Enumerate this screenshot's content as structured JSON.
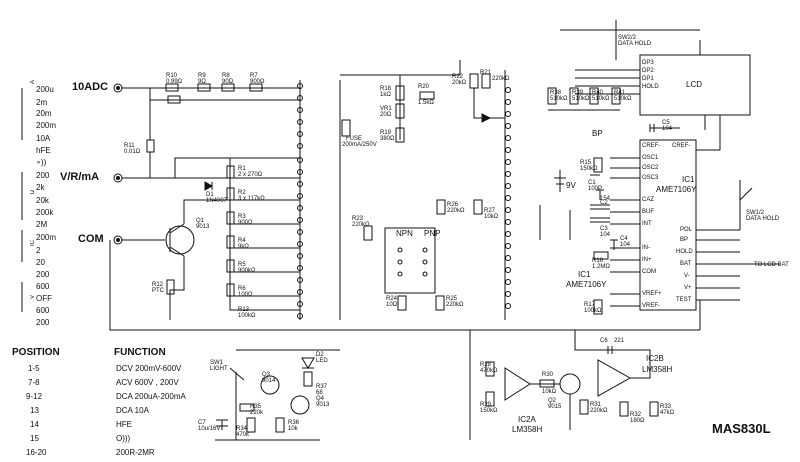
{
  "diagram": {
    "model": "MAS830L",
    "terminals": [
      "10ADC",
      "V/R/mA",
      "COM"
    ],
    "mode_scale": {
      "groups": [
        "A",
        "Ω",
        "IC",
        "V"
      ],
      "ranges": [
        "200u",
        "2m",
        "20m",
        "200m",
        "10A",
        "hFE",
        "∘))",
        "200",
        "2k",
        "20k",
        "200k",
        "2M",
        "200m",
        "2",
        "20",
        "200",
        "600",
        "OFF",
        "600",
        "200"
      ]
    },
    "chips": {
      "ic1_a": "IC1",
      "ic1_name": "AME7106Y",
      "ic1_pins_left": [
        "CREF-",
        "OSC1",
        "OSC2",
        "OSC3",
        "CAZ",
        "BUF",
        "INT",
        "IN-",
        "IN+",
        "COM",
        "VREF+",
        "VREF-"
      ],
      "ic1_pins_right": [
        "CREF-",
        "POL",
        "BP",
        "HOLD",
        "BAT",
        "V-",
        "V+",
        "TEST"
      ],
      "ic2a": "IC2A",
      "ic2a_name": "LM358H",
      "ic2b": "IC2B",
      "ic2b_name": "LM358H",
      "lcd": "LCD",
      "lcd_pins": [
        "DP3",
        "DP2",
        "DP1",
        "HOLD"
      ]
    },
    "switches": {
      "sw2": "SW2/2",
      "sw2_label": "DATA HOLD",
      "sw1_2": "SW1/2",
      "sw1_2_label": "DATA HOLD",
      "sw1": "SW1",
      "sw1_label": "LIGHT",
      "to_lcd_bat": "TO LCD BAT",
      "npn": "NPN",
      "pnp": "PNP",
      "fuse": "FUSE",
      "fuse_rating": "200mA/250V",
      "battery": "9V",
      "bp": "BP"
    },
    "components": [
      {
        "ref": "R10",
        "val": "0.99Ω"
      },
      {
        "ref": "R9",
        "val": "9Ω"
      },
      {
        "ref": "R8",
        "val": "90Ω"
      },
      {
        "ref": "R7",
        "val": "900Ω"
      },
      {
        "ref": "R11",
        "val": "0.01Ω"
      },
      {
        "ref": "R1",
        "val": "2 x 270Ω"
      },
      {
        "ref": "R2",
        "val": "3 x 117kΩ"
      },
      {
        "ref": "R3",
        "val": "900Ω"
      },
      {
        "ref": "R4",
        "val": "9kΩ"
      },
      {
        "ref": "R5",
        "val": "900kΩ"
      },
      {
        "ref": "R6",
        "val": "100Ω"
      },
      {
        "ref": "R13",
        "val": "100kΩ"
      },
      {
        "ref": "R12",
        "val": "PTC"
      },
      {
        "ref": "Q1",
        "val": "9013"
      },
      {
        "ref": "D1",
        "val": "1N4007"
      },
      {
        "ref": "R18",
        "val": "1kΩ"
      },
      {
        "ref": "VR1",
        "val": "20Ω"
      },
      {
        "ref": "R19",
        "val": "380Ω"
      },
      {
        "ref": "R20",
        "val": "1.5kΩ"
      },
      {
        "ref": "R22",
        "val": "20kΩ"
      },
      {
        "ref": "R21",
        "val": "220kΩ"
      },
      {
        "ref": "R23",
        "val": "220kΩ"
      },
      {
        "ref": "R24",
        "val": "10Ω"
      },
      {
        "ref": "R25",
        "val": "220kΩ"
      },
      {
        "ref": "R26",
        "val": "220kΩ"
      },
      {
        "ref": "R27",
        "val": "10kΩ"
      },
      {
        "ref": "R38",
        "val": "510kΩ"
      },
      {
        "ref": "R39",
        "val": "510kΩ"
      },
      {
        "ref": "R40",
        "val": "510kΩ"
      },
      {
        "ref": "R41",
        "val": "510kΩ"
      },
      {
        "ref": "R15",
        "val": "150kΩ"
      },
      {
        "ref": "C1",
        "val": "100P"
      },
      {
        "ref": "C2",
        "val": "154"
      },
      {
        "ref": "C3",
        "val": "104"
      },
      {
        "ref": "C4",
        "val": "104"
      },
      {
        "ref": "C5",
        "val": "104"
      },
      {
        "ref": "R16",
        "val": "1.2MΩ"
      },
      {
        "ref": "R17",
        "val": "100kΩ"
      },
      {
        "ref": "R28",
        "val": "470kΩ"
      },
      {
        "ref": "R29",
        "val": "150kΩ"
      },
      {
        "ref": "R30",
        "val": "10kΩ"
      },
      {
        "ref": "R31",
        "val": "220kΩ"
      },
      {
        "ref": "R32",
        "val": "180Ω"
      },
      {
        "ref": "R33",
        "val": "47kΩ"
      },
      {
        "ref": "C6",
        "val": "221"
      },
      {
        "ref": "Q2",
        "val": "9015"
      },
      {
        "ref": "R35",
        "val": "220k"
      },
      {
        "ref": "R34",
        "val": "470k"
      },
      {
        "ref": "R36",
        "val": "10k"
      },
      {
        "ref": "R37",
        "val": "68"
      },
      {
        "ref": "Q3",
        "val": "9014"
      },
      {
        "ref": "Q4",
        "val": "9013"
      },
      {
        "ref": "C7",
        "val": "10u/16V"
      },
      {
        "ref": "D2",
        "val": "LED"
      }
    ],
    "function_table": {
      "header_position": "POSITION",
      "header_function": "FUNCTION",
      "rows": [
        {
          "position": "1-5",
          "function": "DCV 200mV-600V"
        },
        {
          "position": "7-8",
          "function": "ACV 600V , 200V"
        },
        {
          "position": "9-12",
          "function": "DCA 200uA-200mA"
        },
        {
          "position": "13",
          "function": "DCA 10A"
        },
        {
          "position": "14",
          "function": "HFE"
        },
        {
          "position": "15",
          "function": "O)))"
        },
        {
          "position": "16-20",
          "function": "200R-2MR"
        }
      ]
    }
  }
}
